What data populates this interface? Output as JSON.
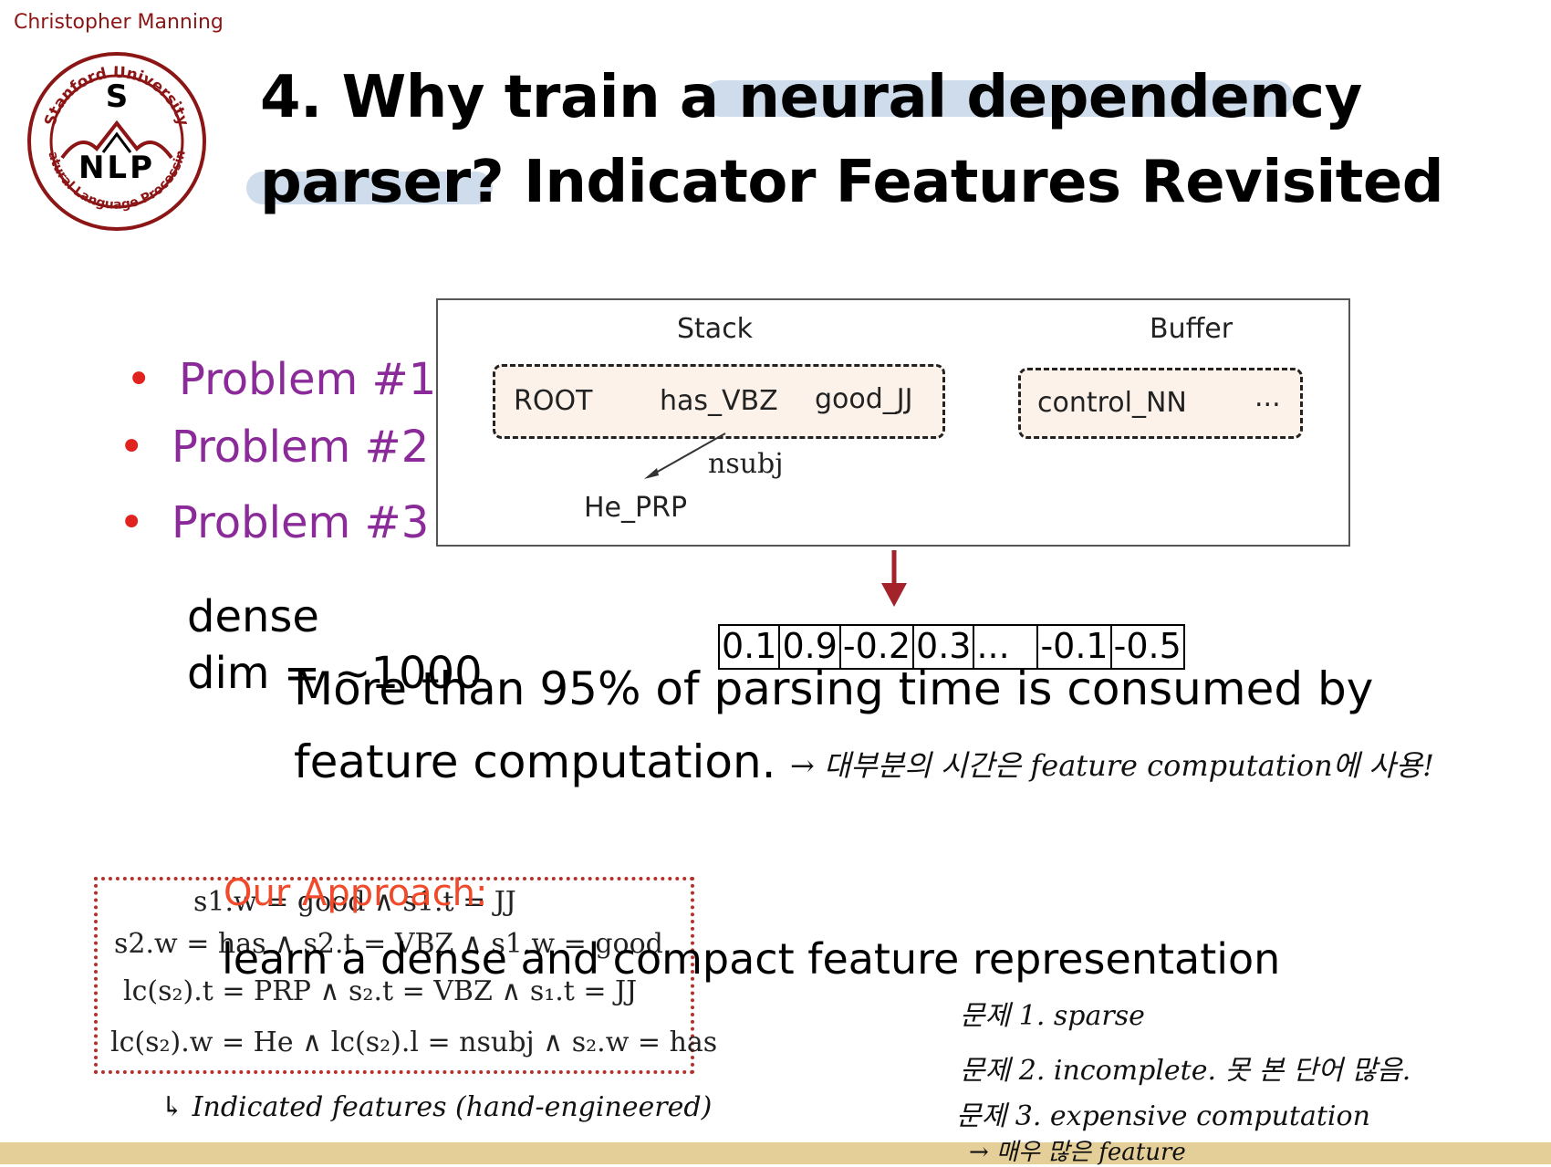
{
  "author": "Christopher Manning",
  "logo": {
    "top_text": "Stanford University",
    "letter": "S",
    "initials": "NLP",
    "bottom_text": "Natural Language Processing"
  },
  "title": {
    "line1": "4. Why train a neural dependency",
    "line2": "parser? Indicator Features Revisited"
  },
  "bullets": [
    {
      "label": "Problem #1"
    },
    {
      "label": "Problem #2"
    },
    {
      "label": "Problem #3"
    }
  ],
  "figure": {
    "stack_label": "Stack",
    "buffer_label": "Buffer",
    "stack_tokens": [
      "ROOT",
      "has_VBZ",
      "good_JJ"
    ],
    "buffer_tokens": [
      "control_NN",
      "..."
    ],
    "arc_label": "nsubj",
    "dependent": "He_PRP"
  },
  "vector": [
    "0.1",
    "0.9",
    "-0.2",
    "0.3",
    "...",
    "-0.1",
    "-0.5"
  ],
  "dense": {
    "line1": "dense",
    "line2": "dim = ~1000"
  },
  "main_text": {
    "line1": "More than 95% of parsing time is consumed by",
    "line2": "feature computation."
  },
  "approach": {
    "title": "Our Approach:",
    "text": "learn a dense and compact feature representation"
  },
  "features": [
    "s1.w = good ∧ s1.t = JJ",
    "s2.w = has ∧ s2.t = VBZ ∧ s1.w = good",
    "lc(s₂).t = PRP ∧ s₂.t = VBZ ∧ s₁.t = JJ",
    "lc(s₂).w = He ∧ lc(s₂).l = nsubj ∧ s₂.w = has"
  ],
  "handwriting": {
    "note_top": "→ 대부분의 시간은 feature computation에 사용!",
    "note_bottom": "↳ Indicated features (hand-engineered)",
    "problem1": "문제 1. sparse",
    "problem2": "문제 2. incomplete. 못 본 단어 많음.",
    "problem3": "문제 3. expensive computation",
    "problem3b": "→ 매우 많은 feature"
  },
  "colors": {
    "accent": "#8c1515",
    "bullet_text": "#8b2a99",
    "bullet_dot": "#e0231f",
    "approach": "#f04a2a",
    "highlight": "#cfdceb",
    "arrow": "#a4232b",
    "footer": "#e5cf98"
  }
}
